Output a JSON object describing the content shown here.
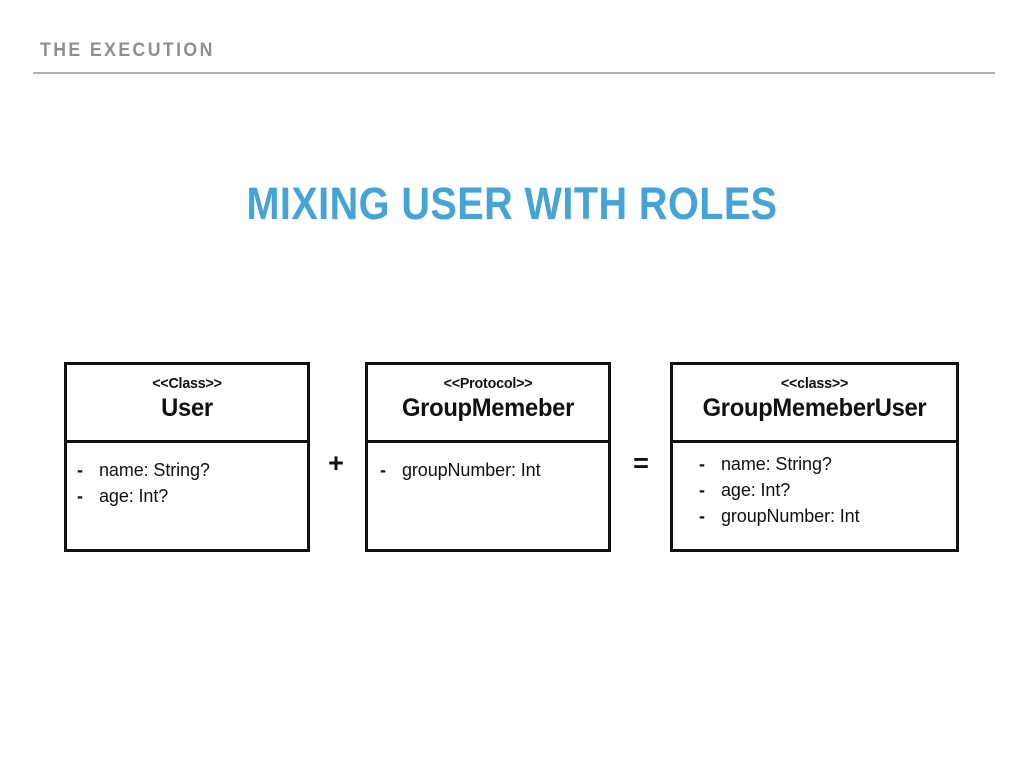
{
  "slide": {
    "header_label": "THE EXECUTION",
    "title": "MIXING USER WITH ROLES",
    "accent_color": "#45a3d6",
    "header_color": "#8f8f8f",
    "ink_color": "#111111",
    "background_color": "#ffffff"
  },
  "diagram": {
    "type": "uml-class-composition",
    "boxes": [
      {
        "stereotype": "<<Class>>",
        "name": "User",
        "members": [
          {
            "visibility": "-",
            "text": "name: String?"
          },
          {
            "visibility": "-",
            "text": "age: Int?"
          }
        ]
      },
      {
        "stereotype": "<<Protocol>>",
        "name": "GroupMemeber",
        "members": [
          {
            "visibility": "-",
            "text": "groupNumber: Int"
          }
        ]
      },
      {
        "stereotype": "<<class>>",
        "name": "GroupMemeberUser",
        "members": [
          {
            "visibility": "-",
            "text": "name: String?"
          },
          {
            "visibility": "-",
            "text": "age: Int?"
          },
          {
            "visibility": "-",
            "text": "groupNumber: Int"
          }
        ]
      }
    ],
    "operators": {
      "plus": "+",
      "equal": "="
    }
  }
}
